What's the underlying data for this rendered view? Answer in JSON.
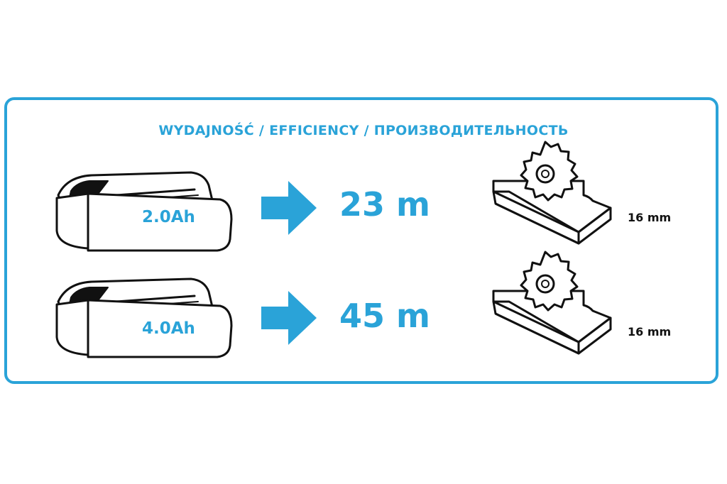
{
  "title": "WYDAJNOŚĆ / EFFICIENCY / ПРОИЗВОДИТЕЛЬНОСТЬ",
  "accent_color": "#2aa3d8",
  "rows": [
    {
      "battery": "2.0Ah",
      "result": "23 m",
      "thickness": "16 mm",
      "icons": [
        "battery-icon",
        "arrow-right-icon",
        "saw-blade-board-icon"
      ]
    },
    {
      "battery": "4.0Ah",
      "result": "45 m",
      "thickness": "16 mm",
      "icons": [
        "battery-icon",
        "arrow-right-icon",
        "saw-blade-board-icon"
      ]
    }
  ]
}
